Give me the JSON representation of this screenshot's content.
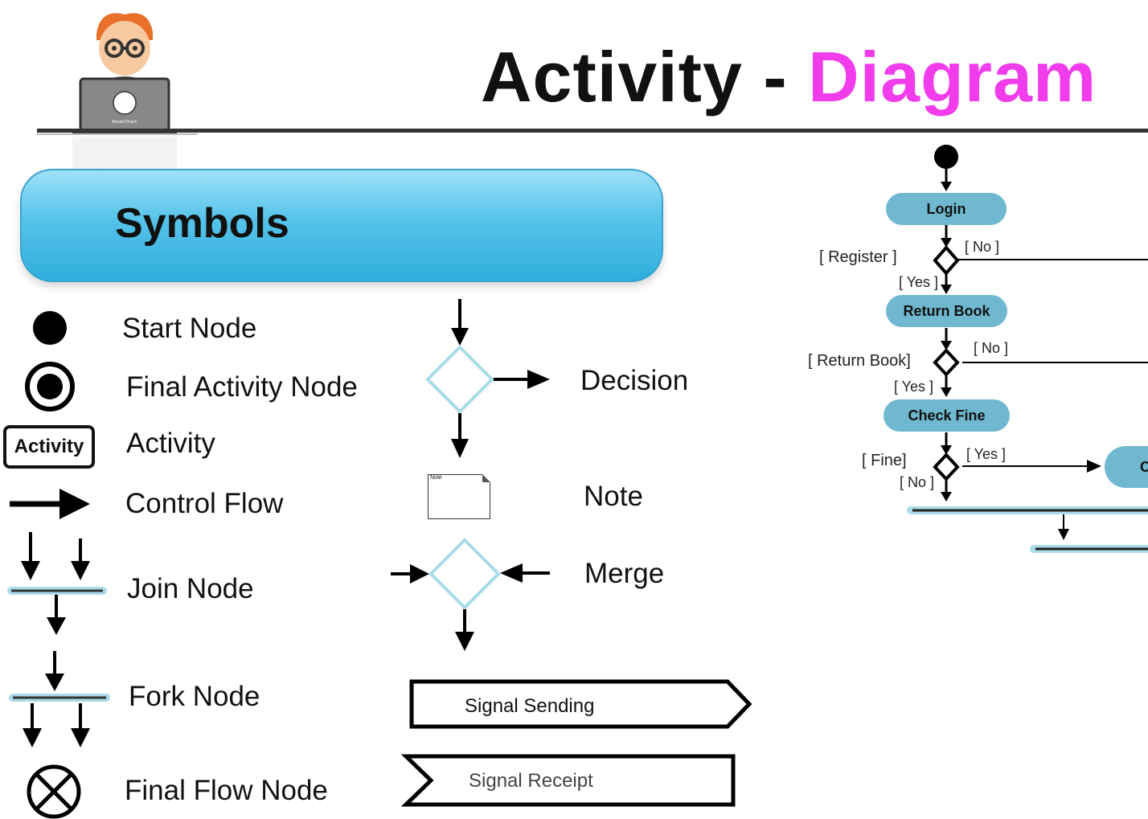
{
  "header": {
    "title_main": "Activity",
    "title_sep": "-",
    "title_accent": "Diagram",
    "accent_color": "#f03ceb",
    "logo_text": "Master2Teach"
  },
  "symbols": {
    "banner_title": "Symbols",
    "banner_color": "#55c3ea",
    "left_labels": {
      "start_node": "Start Node",
      "final_activity_node": "Final Activity Node",
      "activity": "Activity",
      "activity_box": "Activity",
      "control_flow": "Control Flow",
      "join_node": "Join Node",
      "fork_node": "Fork Node",
      "final_flow_node": "Final Flow Node"
    },
    "right_labels": {
      "decision": "Decision",
      "note": "Note",
      "note_box": "Note",
      "merge": "Merge",
      "signal_sending": "Signal Sending",
      "signal_receipt": "Signal Receipt"
    }
  },
  "example": {
    "activities": {
      "login": "Login",
      "return_book": "Return Book",
      "check_fine": "Check Fine",
      "partial": "C"
    },
    "guards": {
      "register": "[ Register ]",
      "no1": "[ No ]",
      "yes1": "[ Yes ]",
      "return_book": "[ Return Book]",
      "no2": "[ No ]",
      "yes2": "[ Yes ]",
      "fine": "[ Fine]",
      "yes3": "[ Yes ]",
      "no3": "[ No ]"
    },
    "pill_color": "#6fb8cf",
    "bar_color": "#a9dbe8"
  }
}
